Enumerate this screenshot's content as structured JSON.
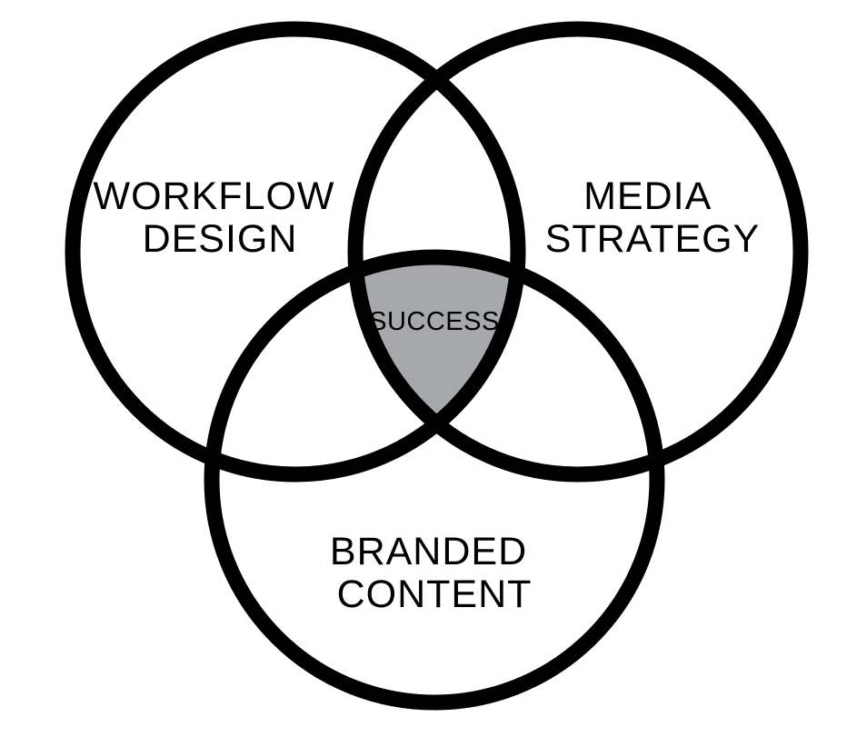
{
  "diagram": {
    "type": "venn",
    "sets": [
      {
        "id": "workflow",
        "lines": [
          "WORKFLOW",
          "DESIGN"
        ]
      },
      {
        "id": "media",
        "lines": [
          "MEDIA",
          "STRATEGY"
        ]
      },
      {
        "id": "content",
        "lines": [
          "BRANDED",
          "CONTENT"
        ]
      }
    ],
    "intersection": {
      "label": "SUCCESS",
      "fill_color": "#a7a8ab"
    },
    "stroke_color": "#000000",
    "background_color": "#ffffff"
  }
}
